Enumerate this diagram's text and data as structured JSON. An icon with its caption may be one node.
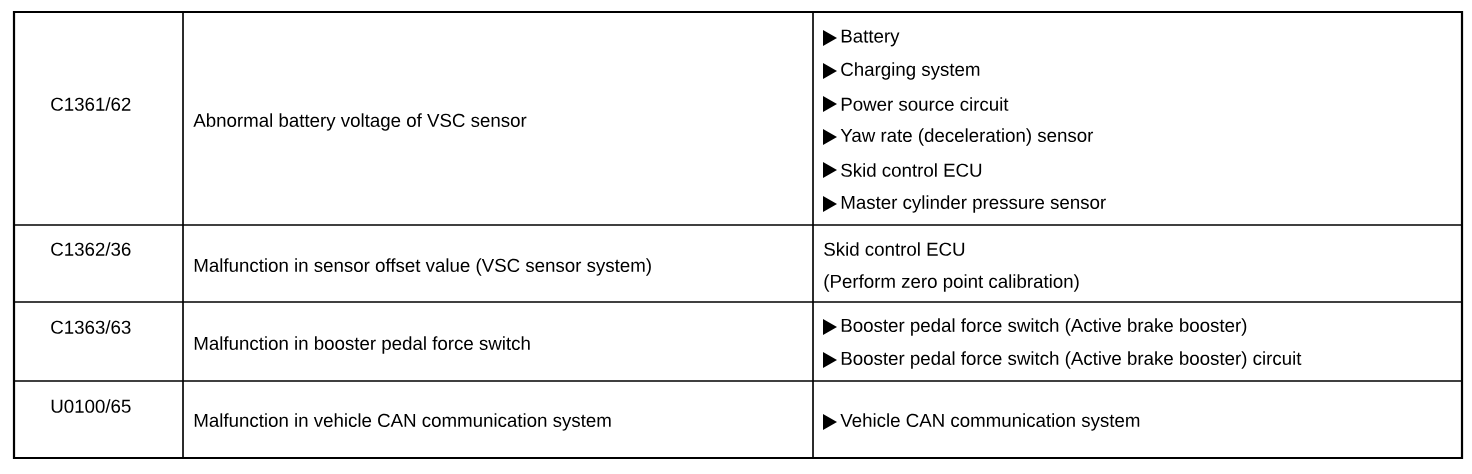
{
  "diagram": {
    "labels": [
      "C1361/62",
      "Abnormal battery voltage of VSC sensor",
      "Battery",
      "Charging system",
      "Power source circuit",
      "Yaw rate (deceleration) sensor",
      "Skid control ECU",
      "Master cylinder pressure sensor",
      "C1362/36",
      "Malfunction in sensor offset value (VSC sensor system)",
      "Skid control ECU",
      "(Perform zero point calibration)",
      "C1363/63",
      "Malfunction in booster pedal force switch",
      "Booster pedal force switch (Active brake booster)",
      "Booster pedal force switch (Active brake booster) circuit",
      "U0100/65",
      "Malfunction in vehicle CAN communication system",
      "Vehicle CAN communication system"
    ]
  }
}
